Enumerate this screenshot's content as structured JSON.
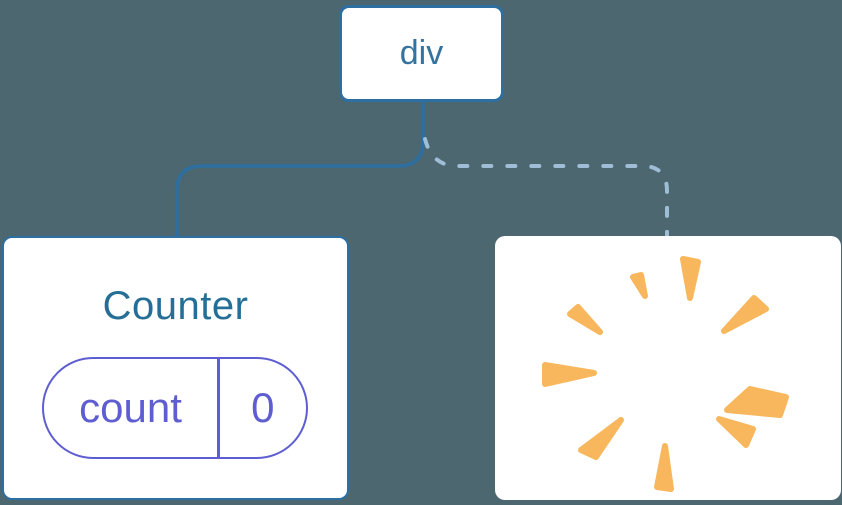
{
  "diagram": {
    "type": "react-render-tree",
    "root": {
      "label": "div"
    },
    "counter_node": {
      "title": "Counter",
      "state": {
        "key": "count",
        "value": "0"
      }
    },
    "removed_node": {
      "icon": "poof-sparkles-icon",
      "meaning": "component removed from tree"
    },
    "connections": [
      {
        "from": "div",
        "to": "Counter",
        "style": "solid"
      },
      {
        "from": "div",
        "to": "removed",
        "style": "dashed"
      }
    ]
  },
  "colors": {
    "background": "#4C6770",
    "node_fill": "#FFFFFF",
    "node_border": "#2D6FA0",
    "root_label_text": "#35739E",
    "counter_title_text": "#256E96",
    "state_pill": "#5E5ED2",
    "connector_solid": "#2D6FA0",
    "connector_dashed": "#9FBDD5",
    "sparkle": "#F8B75D"
  }
}
